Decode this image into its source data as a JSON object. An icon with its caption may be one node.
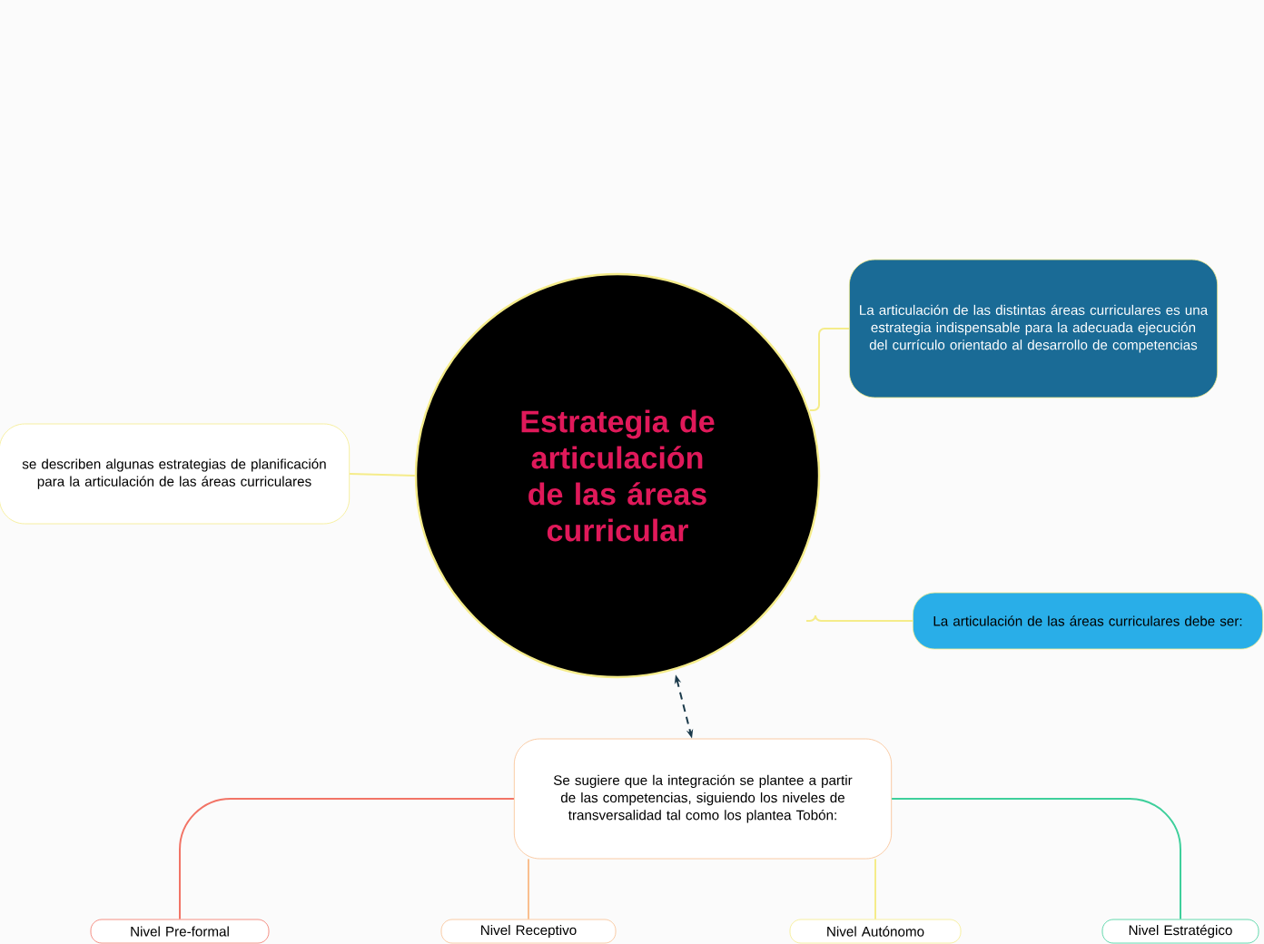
{
  "diagram": {
    "nodes": [
      {
        "text": [
          "Estrategia de articulación de las áreas curricular"
        ]
      },
      {
        "text": [
          "se describen algunas estrategias de planificación para la articulación de las áreas curriculares"
        ]
      },
      {
        "text": [
          "La articulación de las distintas áreas curriculares es una estrategia indispensable para la adecuada ejecución del currículo orientado al desarrollo de competencias"
        ]
      },
      {
        "text": [
          "La articulación de las áreas curriculares debe ser:"
        ]
      },
      {
        "text": [
          "Se sugiere que la integración se plantee a partir de las competencias, siguiendo los niveles de transversalidad tal como los plantea Tobón:"
        ]
      },
      {
        "text": [
          "Nivel Pre-formal"
        ]
      },
      {
        "text": [
          "Nivel Receptivo"
        ]
      },
      {
        "text": [
          "Nivel Autónomo"
        ]
      },
      {
        "text": [
          "Nivel Estratégico"
        ]
      }
    ],
    "edges": [
      {
        "from": 0,
        "to": 1,
        "arrow": "none"
      },
      {
        "from": 0,
        "to": 2,
        "arrow": "none"
      },
      {
        "from": 0,
        "to": 3,
        "arrow": "none"
      },
      {
        "from": 0,
        "to": 4,
        "arrow": "both",
        "style": "dashed",
        "color": "#1b3a4b"
      },
      {
        "from": 4,
        "to": 5,
        "arrow": "none",
        "color": "#f27466"
      },
      {
        "from": 4,
        "to": 6,
        "arrow": "none",
        "color": "#f9bf8f"
      },
      {
        "from": 4,
        "to": 7,
        "arrow": "none"
      },
      {
        "from": 4,
        "to": 8,
        "arrow": "none",
        "color": "#3ecf9b"
      }
    ]
  }
}
